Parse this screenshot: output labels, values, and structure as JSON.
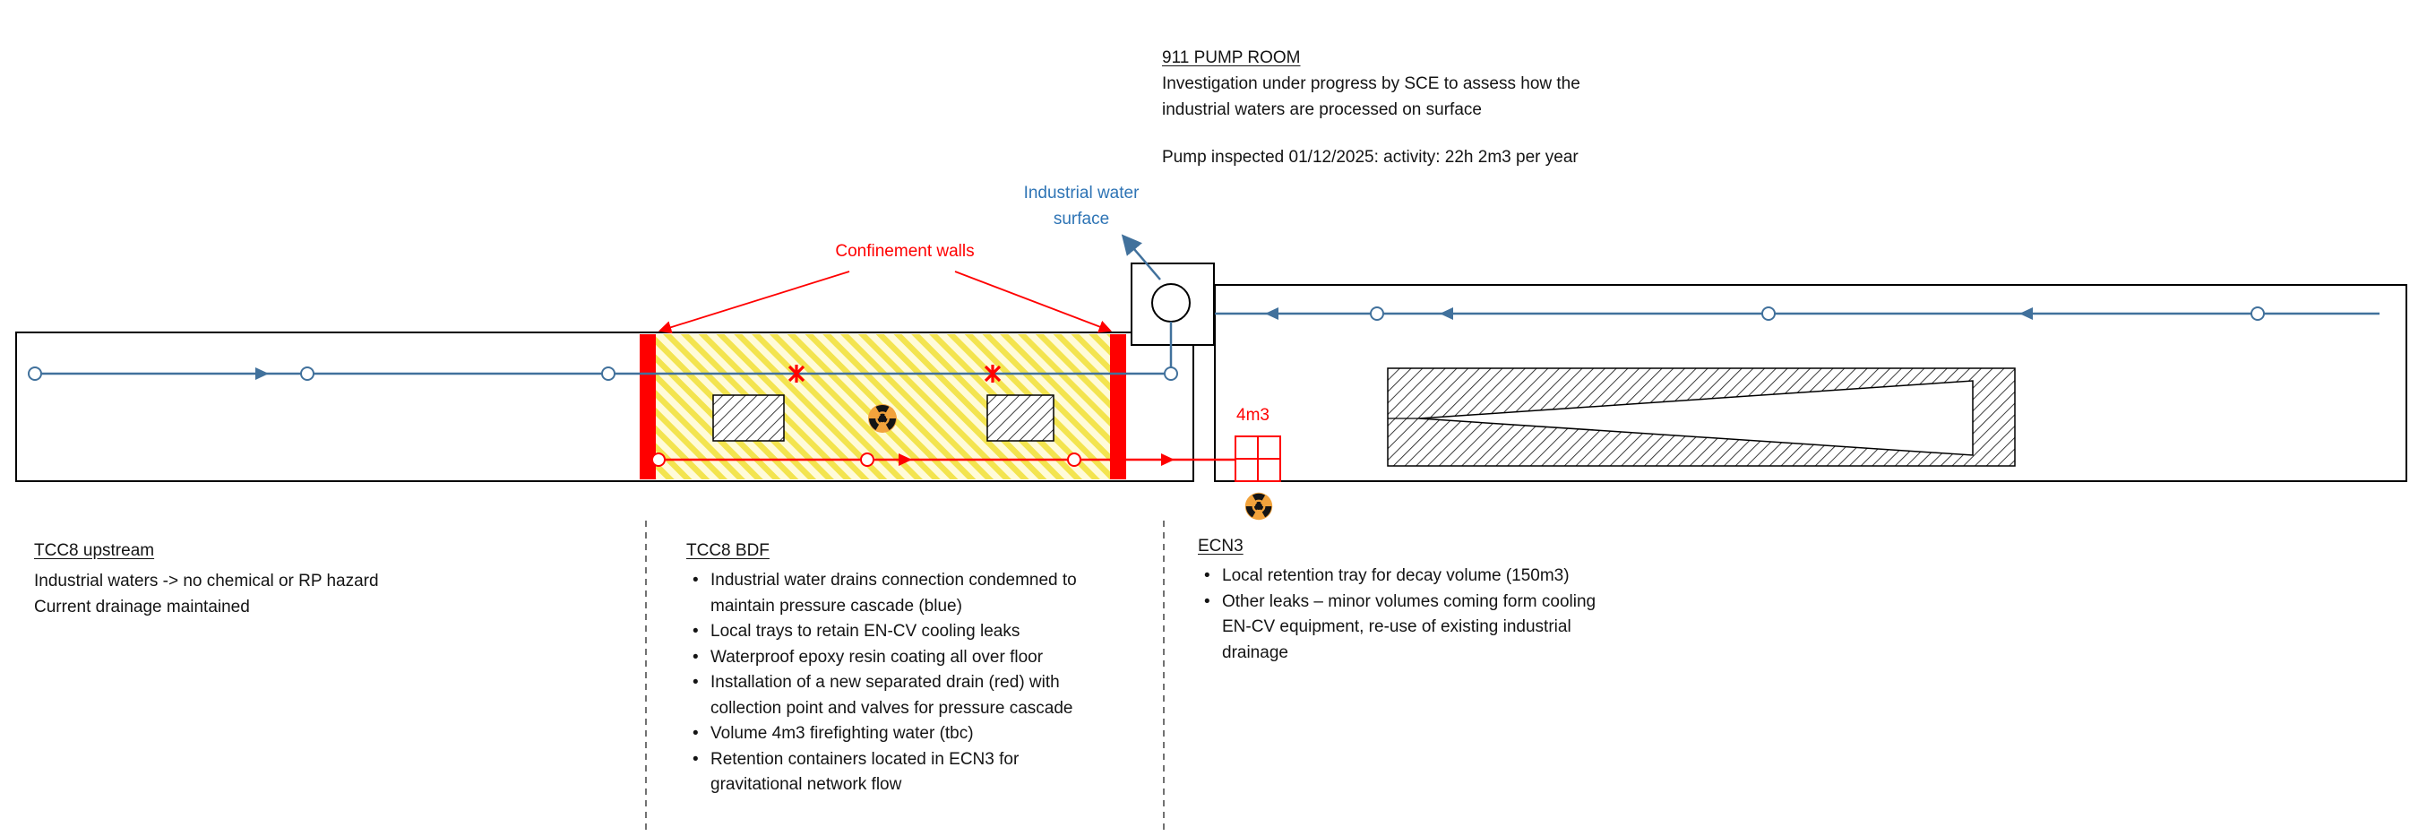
{
  "colors": {
    "water_line_blue": "#41719C",
    "label_blue": "#2E74B5",
    "alert_red": "#FF0000",
    "confinement_yellow": "#F3E44F",
    "radiation_orange": "#F2A33C"
  },
  "pump_room_note": {
    "title": "911 PUMP ROOM",
    "paragraph1": "Investigation under progress by SCE to assess how the industrial waters are processed on surface",
    "paragraph2": "Pump inspected 01/12/2025: activity: 22h 2m3 per year"
  },
  "diagram_labels": {
    "industrial_water_surface": "Industrial water surface",
    "confinement_walls": "Confinement walls",
    "firefighting_volume": "4m3"
  },
  "icons": {
    "radiation": "radiation-trefoil-icon"
  },
  "sections": {
    "tcc8_upstream": {
      "title": "TCC8 upstream",
      "lines": [
        "Industrial waters -> no chemical or RP hazard",
        "Current drainage maintained"
      ]
    },
    "tcc8_bdf": {
      "title": "TCC8 BDF",
      "bullets": [
        "Industrial water drains connection condemned to maintain pressure cascade (blue)",
        "Local trays to retain EN-CV cooling leaks",
        "Waterproof epoxy resin coating all over floor",
        "Installation of a new separated drain (red) with collection point and valves for pressure cascade",
        "Volume 4m3 firefighting water (tbc)",
        "Retention containers located in ECN3 for gravitational network flow"
      ]
    },
    "ecn3": {
      "title": "ECN3",
      "bullets": [
        "Local retention tray for decay volume (150m3)",
        "Other leaks – minor volumes coming form cooling EN-CV equipment, re-use of existing industrial drainage"
      ]
    }
  }
}
